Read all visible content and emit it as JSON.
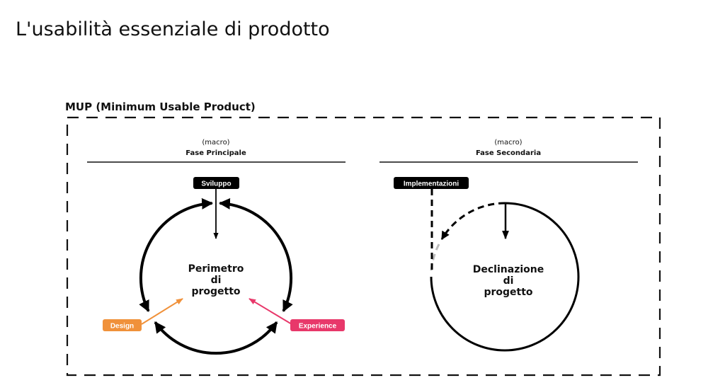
{
  "slide": {
    "title": "L'usabilità essenziale di prodotto",
    "container_label": "MUP (Minimum Usable Product)"
  },
  "left_phase": {
    "prefix": "(macro)",
    "name": "Fase Principale",
    "center_lines": [
      "Perimetro",
      "di",
      "progetto"
    ],
    "tags": {
      "top": {
        "label": "Sviluppo",
        "color": "#000000"
      },
      "left": {
        "label": "Design",
        "color": "#f0913a"
      },
      "right": {
        "label": "Experience",
        "color": "#e8386a"
      }
    }
  },
  "right_phase": {
    "prefix": "(macro)",
    "name": "Fase Secondaria",
    "center_lines": [
      "Declinazione",
      "di",
      "progetto"
    ],
    "tags": {
      "top": {
        "label": "Implementazioni",
        "color": "#000000"
      }
    }
  }
}
